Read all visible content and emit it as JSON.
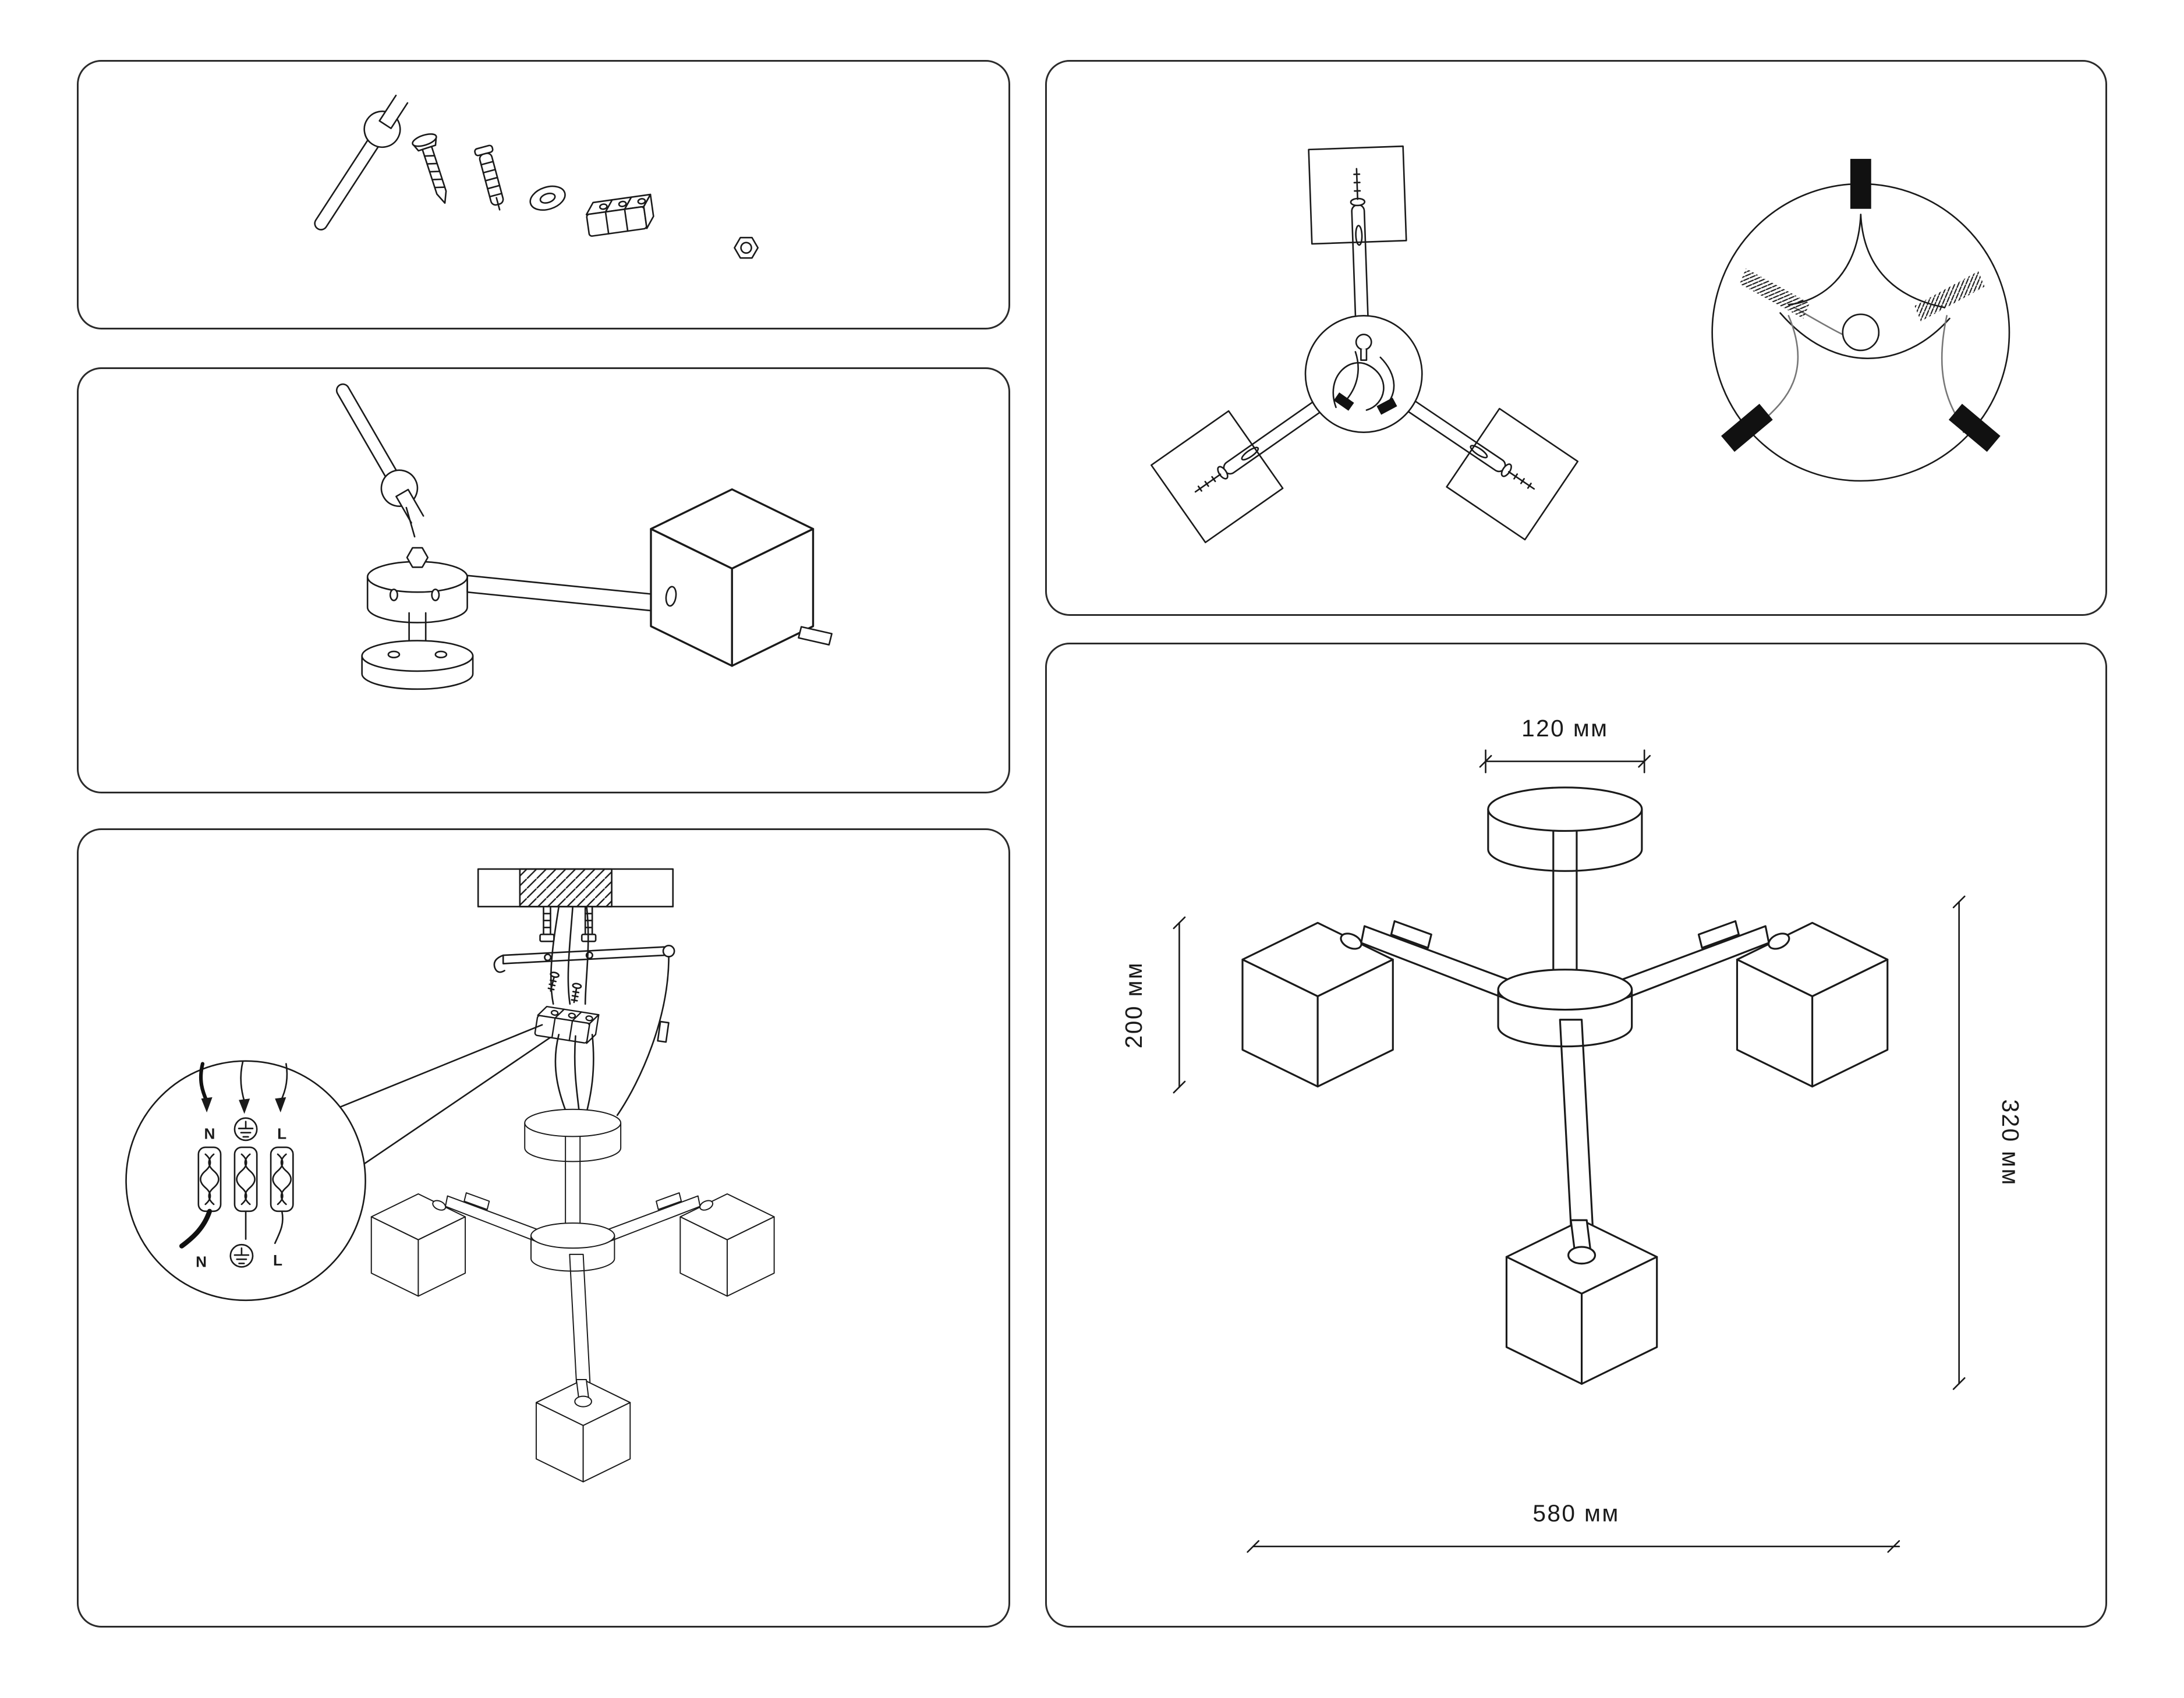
{
  "colors": {
    "line": "#1a1a1a",
    "solid_black": "#111111",
    "panel_border": "#2b2b2b",
    "background": "#ffffff"
  },
  "panels": {
    "hardware": {
      "items": [
        "open-end-wrench",
        "screw",
        "wall-plug",
        "washer",
        "terminal-block",
        "hex-nut"
      ]
    },
    "wiring": {
      "top_labels": {
        "n": "N",
        "l": "L"
      },
      "bottom_labels": {
        "n": "N",
        "l": "L"
      }
    },
    "dimensions": {
      "canopy_width": "120 мм",
      "shade_height": "200 мм",
      "fixture_height": "320 мм",
      "fixture_width": "580 мм"
    }
  }
}
